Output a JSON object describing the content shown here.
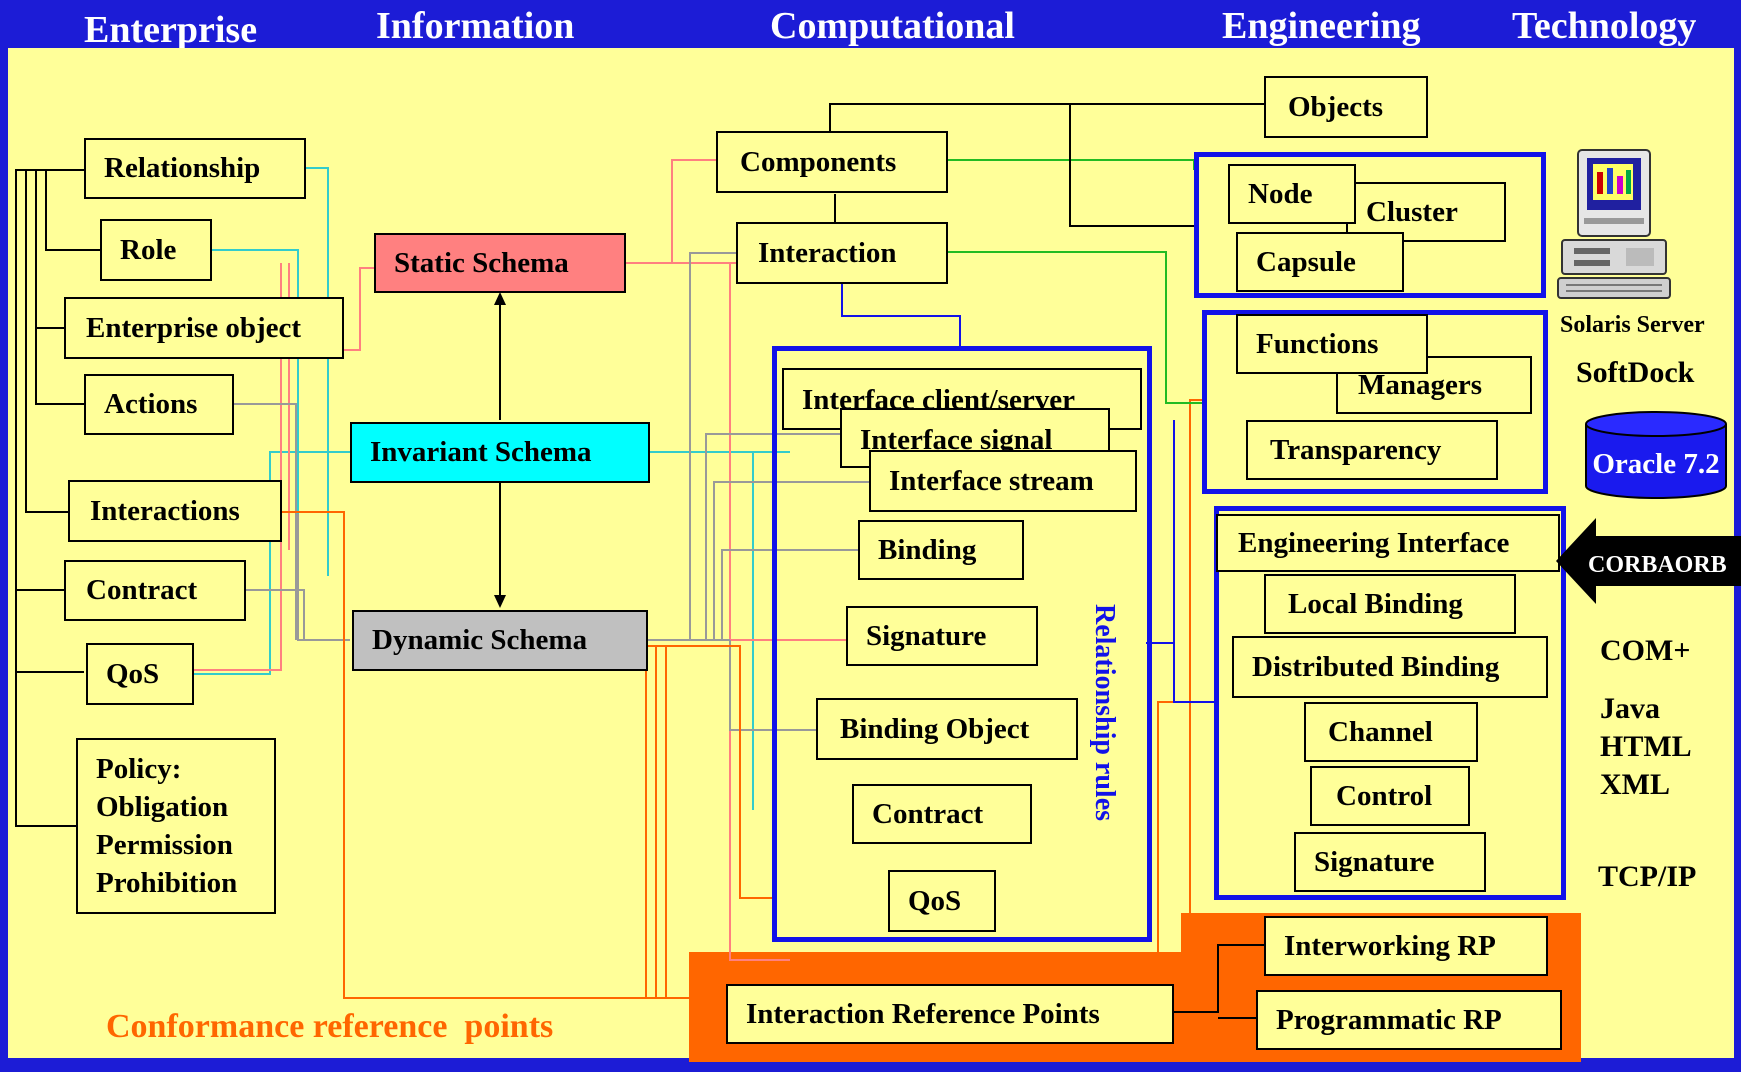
{
  "headers": {
    "enterprise": "Enterprise",
    "information": "Information",
    "computational": "Computational",
    "engineering": "Engineering",
    "technology": "Technology"
  },
  "enterprise": {
    "relationship": "Relationship",
    "role": "Role",
    "enterprise_object": "Enterprise object",
    "actions": "Actions",
    "interactions": "Interactions",
    "contract": "Contract",
    "qos": "QoS",
    "policy": [
      "Policy:",
      "Obligation",
      "Permission",
      "Prohibition"
    ]
  },
  "information": {
    "static_schema": "Static Schema",
    "invariant_schema": "Invariant Schema",
    "dynamic_schema": "Dynamic Schema"
  },
  "computational": {
    "objects": "Objects",
    "components": "Components",
    "interaction": "Interaction",
    "interface_client_server": "Interface client/server",
    "interface_signal": "Interface signal",
    "interface_stream": "Interface stream",
    "binding": "Binding",
    "signature": "Signature",
    "binding_object": "Binding Object",
    "contract": "Contract",
    "qos": "QoS",
    "relationship_rules": "Relationship rules"
  },
  "engineering": {
    "node": "Node",
    "cluster": "Cluster",
    "capsule": "Capsule",
    "functions": "Functions",
    "managers": "Managers",
    "transparency": "Transparency",
    "engineering_interface": "Engineering Interface",
    "local_binding": "Local Binding",
    "distributed_binding": "Distributed Binding",
    "channel": "Channel",
    "control": "Control",
    "signature": "Signature"
  },
  "technology": {
    "solaris_server": "Solaris Server",
    "softdock": "SoftDock",
    "oracle": "Oracle 7.2",
    "corbaorb": "CORBAORB",
    "com": "COM+",
    "java": "Java",
    "html": "HTML",
    "xml": "XML",
    "tcpip": "TCP/IP"
  },
  "reference_points": {
    "interaction_rp": "Interaction Reference Points",
    "interworking_rp": "Interworking RP",
    "programmatic_rp": "Programmatic RP",
    "conformance": "Conformance reference  points"
  },
  "colors": {
    "frame": "#1c1cd6",
    "panel": "#ffff99",
    "static_schema": "#ff8080",
    "invariant_schema": "#00ffff",
    "dynamic_schema": "#c0c0c0",
    "group_border": "#1212e8",
    "reference_points": "#ff6600",
    "conformance_text": "#ff6600",
    "relationship_rules_text": "#1212e8"
  }
}
